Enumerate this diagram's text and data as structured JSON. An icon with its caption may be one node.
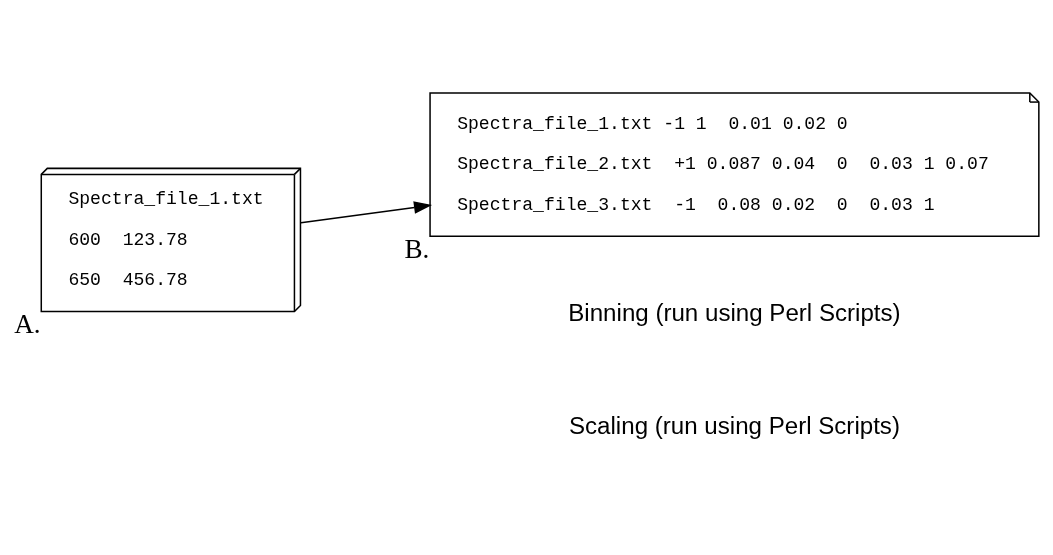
{
  "diagram": {
    "nodes": [
      {
        "text": [
          "Spectra_file_1.txt",
          "600  123.78",
          "650  456.78"
        ],
        "beside": [
          "A."
        ]
      },
      {
        "text": [
          "Spectra_file_1.txt -1 1  0.01 0.02 0",
          "Spectra_file_2.txt  +1 0.087 0.04  0  0.03 1 0.07",
          "Spectra_file_3.txt  -1  0.08 0.02  0  0.03 1"
        ],
        "beside": [
          "B."
        ]
      }
    ],
    "edges": [
      {
        "from": 0,
        "to": 1,
        "arrow": "to"
      }
    ],
    "labels": [
      "Binning (run using Perl Scripts)",
      "Scaling (run using Perl Scripts)"
    ]
  }
}
